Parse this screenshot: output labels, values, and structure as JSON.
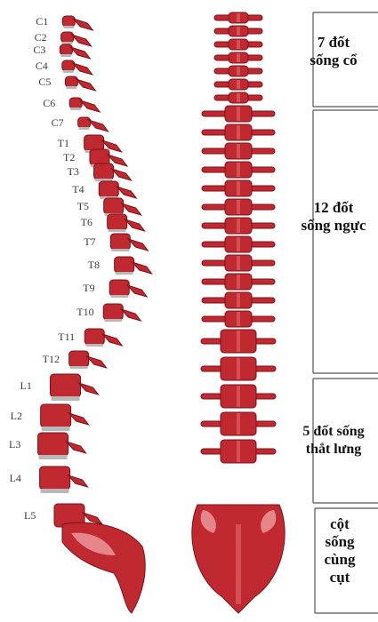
{
  "side_view": {
    "labels": [
      "C1",
      "C2",
      "C3",
      "C4",
      "C5",
      "C6",
      "C7",
      "T1",
      "T2",
      "T3",
      "T4",
      "T5",
      "T6",
      "T7",
      "T8",
      "T9",
      "T10",
      "T11",
      "T12",
      "L1",
      "L2",
      "L3",
      "L4",
      "L5"
    ]
  },
  "regions": [
    {
      "lines": [
        "7 đốt",
        "sống cổ"
      ]
    },
    {
      "lines": [
        "12 đốt",
        "sống ngực"
      ]
    },
    {
      "lines": [
        "5 đốt sống",
        "thắt lưng"
      ]
    },
    {
      "lines": [
        "cột",
        "sống",
        "cùng",
        "cụt"
      ]
    }
  ],
  "colors": {
    "bone": "#c0292f",
    "bone_dark": "#7a1218",
    "bone_light": "#e36a6e",
    "disc": "#b8b8b8",
    "sacrum": "#e5868a",
    "bracket": "#555555"
  }
}
